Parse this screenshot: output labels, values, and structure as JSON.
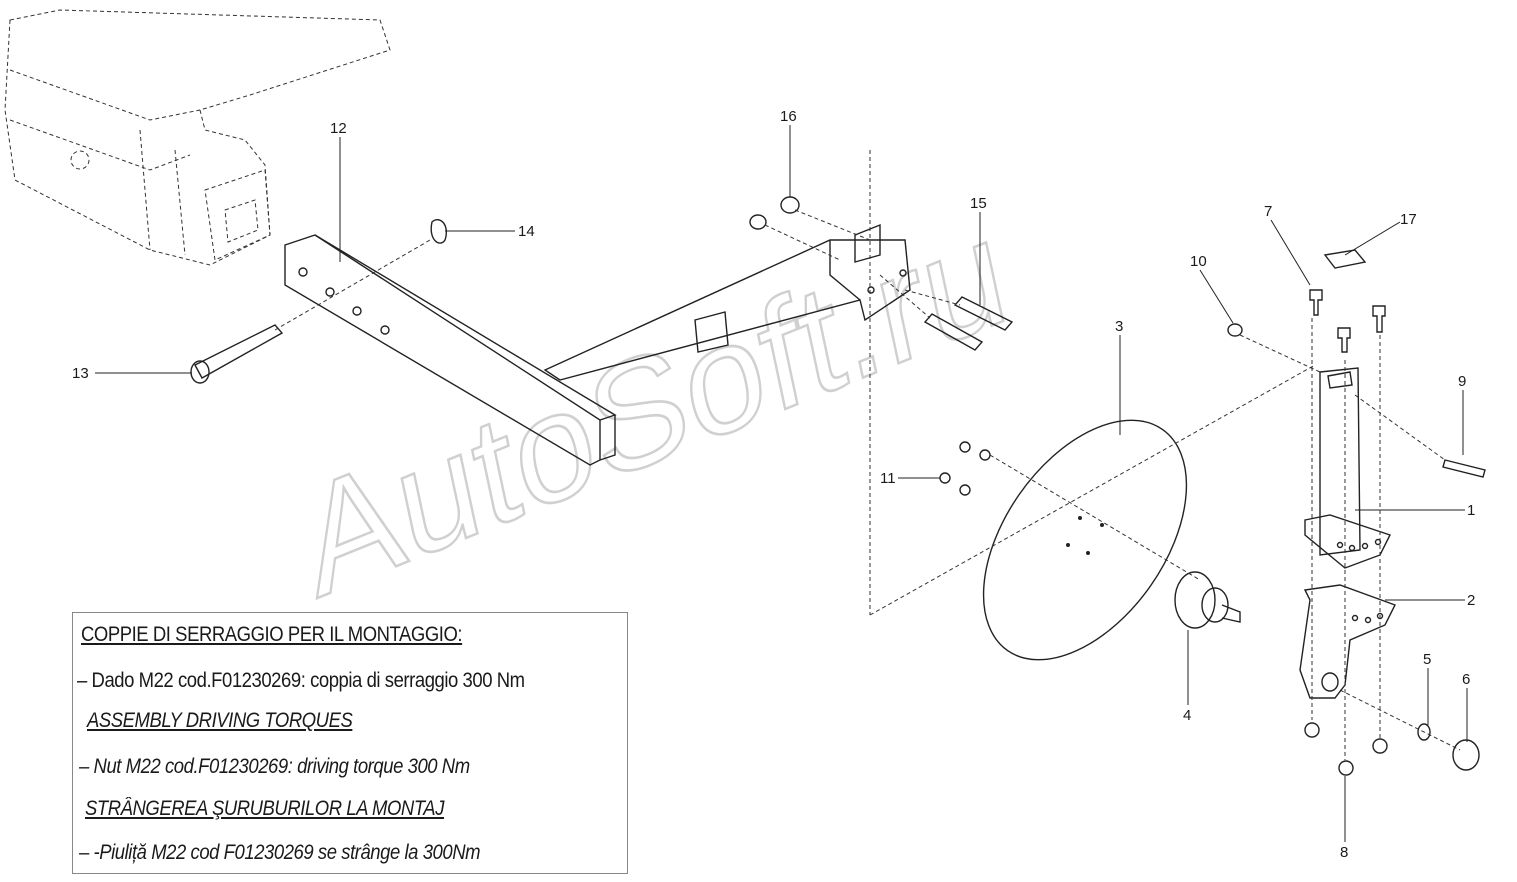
{
  "watermark": "AutoSoft.ru",
  "callouts": [
    "1",
    "2",
    "3",
    "4",
    "5",
    "6",
    "7",
    "8",
    "9",
    "10",
    "11",
    "12",
    "13",
    "14",
    "15",
    "16",
    "17"
  ],
  "notes": {
    "it_title": "COPPIE DI SERRAGGIO PER IL MONTAGGIO:",
    "it_line": "– Dado M22 cod.F01230269: coppia di serraggio 300 Nm",
    "en_title": "ASSEMBLY DRIVING TORQUES",
    "en_line": "– Nut M22 cod.F01230269: driving torque 300 Nm",
    "ro_title": "STRÂNGEREA ŞURUBURILOR LA MONTAJ",
    "ro_line": "– -Piuliță M22 cod F01230269 se strânge la 300Nm"
  }
}
